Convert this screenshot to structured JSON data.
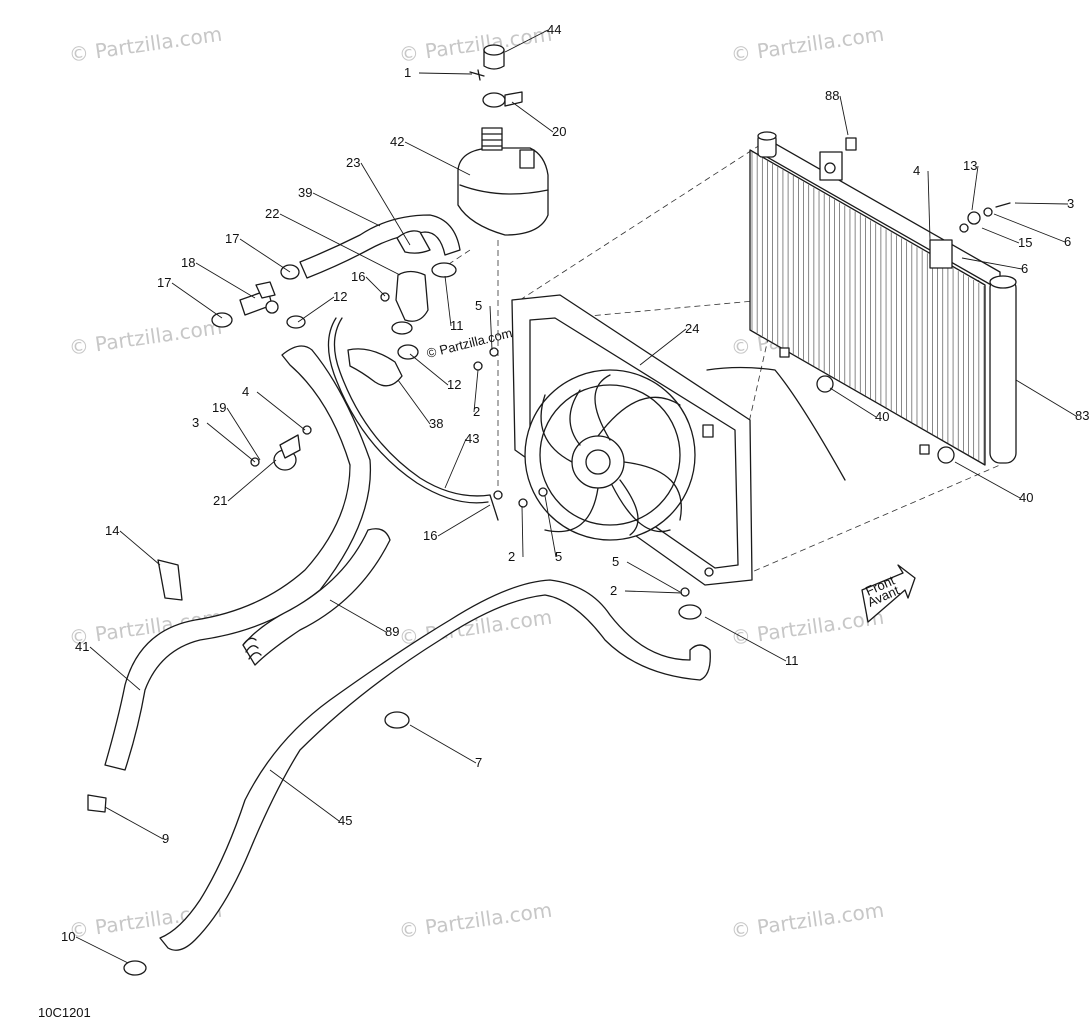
{
  "diagram": {
    "reference_code": "10C1201",
    "watermark_text": "© Partzilla.com",
    "overlay_watermark_text": "© Partzilla.com",
    "front_arrow": {
      "line1": "Front",
      "line2": "Avant"
    },
    "colors": {
      "line": "#1a1a1a",
      "watermark": "#c7c7c7",
      "background": "#ffffff"
    },
    "callouts": [
      {
        "label": "44"
      },
      {
        "label": "1"
      },
      {
        "label": "20"
      },
      {
        "label": "42"
      },
      {
        "label": "23"
      },
      {
        "label": "39"
      },
      {
        "label": "22"
      },
      {
        "label": "17"
      },
      {
        "label": "18"
      },
      {
        "label": "17"
      },
      {
        "label": "16"
      },
      {
        "label": "12"
      },
      {
        "label": "11"
      },
      {
        "label": "5"
      },
      {
        "label": "12"
      },
      {
        "label": "38"
      },
      {
        "label": "2"
      },
      {
        "label": "24"
      },
      {
        "label": "43"
      },
      {
        "label": "16"
      },
      {
        "label": "2"
      },
      {
        "label": "5"
      },
      {
        "label": "5"
      },
      {
        "label": "2"
      },
      {
        "label": "11"
      },
      {
        "label": "88"
      },
      {
        "label": "4"
      },
      {
        "label": "13"
      },
      {
        "label": "3"
      },
      {
        "label": "15"
      },
      {
        "label": "6"
      },
      {
        "label": "6"
      },
      {
        "label": "40"
      },
      {
        "label": "40"
      },
      {
        "label": "83"
      },
      {
        "label": "4"
      },
      {
        "label": "19"
      },
      {
        "label": "3"
      },
      {
        "label": "21"
      },
      {
        "label": "14"
      },
      {
        "label": "89"
      },
      {
        "label": "41"
      },
      {
        "label": "7"
      },
      {
        "label": "45"
      },
      {
        "label": "9"
      },
      {
        "label": "10"
      }
    ]
  }
}
